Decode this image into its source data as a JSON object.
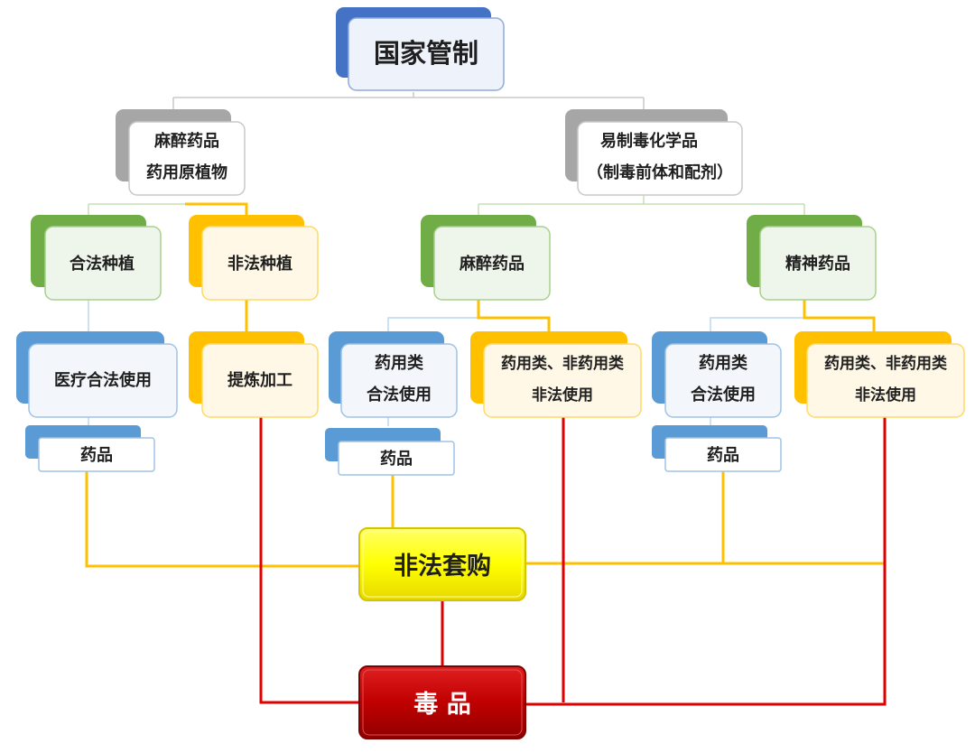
{
  "nodes": {
    "root": "国家管制",
    "narcotic_plants": [
      "麻醉药品",
      "药用原植物"
    ],
    "precursor": [
      "易制毒化学品",
      "（制毒前体和配剂）"
    ],
    "legal_planting": "合法种植",
    "illegal_planting": "非法种植",
    "narcotic_drugs": "麻醉药品",
    "psychotropic_drugs": "精神药品",
    "medical_legal_use": "医疗合法使用",
    "refining": "提炼加工",
    "left_medicinal_legal": [
      "药用类",
      "合法使用"
    ],
    "left_illegal_use": [
      "药用类、非药用类",
      "非法使用"
    ],
    "right_medicinal_legal": [
      "药用类",
      "合法使用"
    ],
    "right_illegal_use": [
      "药用类、非药用类",
      "非法使用"
    ],
    "drug_1": "药品",
    "drug_2": "药品",
    "drug_3": "药品",
    "illegal_purchase": "非法套购",
    "narcotics": "毒 品"
  },
  "colors": {
    "gray": "#a6a6a6",
    "green": "#70ad47",
    "orange": "#ffc000",
    "blue": "#5b9bd5",
    "navy": "#4472c4",
    "red": "#e00000",
    "yellow_line": "#ffc000",
    "illegal_purchase_fill": "#ffff00",
    "narcotics_fill": "#c00000"
  }
}
